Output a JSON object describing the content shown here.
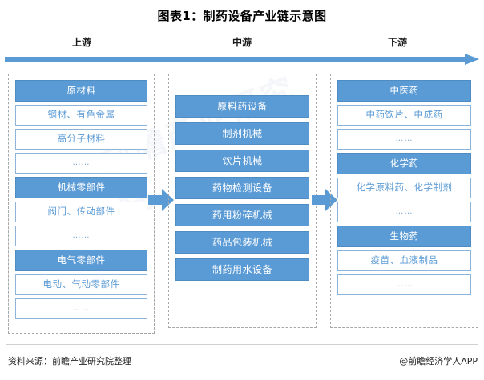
{
  "title": "图表1：制药设备产业链示意图",
  "stages": {
    "upstream": "上游",
    "midstream": "中游",
    "downstream": "下游"
  },
  "colors": {
    "accent": "#5b9bd5",
    "box_border": "#8fb4d9",
    "container_border": "#a6a6a6",
    "head_text": "#ffffff",
    "item_text": "#5b9bd5"
  },
  "watermark": "前瞻产业研究院",
  "upstream": {
    "boxes": [
      {
        "label": "原材料",
        "type": "head"
      },
      {
        "label": "钢材、有色金属",
        "type": "item"
      },
      {
        "label": "高分子材料",
        "type": "item"
      },
      {
        "label": "……",
        "type": "dots"
      },
      {
        "label": "机械零部件",
        "type": "head"
      },
      {
        "label": "阀门、传动部件",
        "type": "item"
      },
      {
        "label": "……",
        "type": "dots"
      },
      {
        "label": "电气零部件",
        "type": "head"
      },
      {
        "label": "电动、气动零部件",
        "type": "item"
      },
      {
        "label": "……",
        "type": "dots"
      }
    ]
  },
  "midstream": {
    "boxes": [
      {
        "label": "原料药设备",
        "type": "head"
      },
      {
        "label": "制剂机械",
        "type": "head"
      },
      {
        "label": "饮片机械",
        "type": "head"
      },
      {
        "label": "药物检测设备",
        "type": "head"
      },
      {
        "label": "药用粉碎机械",
        "type": "head"
      },
      {
        "label": "药品包装机械",
        "type": "head"
      },
      {
        "label": "制药用水设备",
        "type": "head"
      }
    ]
  },
  "downstream": {
    "boxes": [
      {
        "label": "中医药",
        "type": "head"
      },
      {
        "label": "中药饮片、中成药",
        "type": "item"
      },
      {
        "label": "……",
        "type": "dots"
      },
      {
        "label": "化学药",
        "type": "head"
      },
      {
        "label": "化学原料药、化学制剂",
        "type": "item"
      },
      {
        "label": "……",
        "type": "dots"
      },
      {
        "label": "生物药",
        "type": "head"
      },
      {
        "label": "疫苗、血液制品",
        "type": "item"
      },
      {
        "label": "……",
        "type": "dots"
      }
    ]
  },
  "footer": {
    "source": "资料来源：前瞻产业研究院整理",
    "brand": "@前瞻经济学人APP"
  }
}
